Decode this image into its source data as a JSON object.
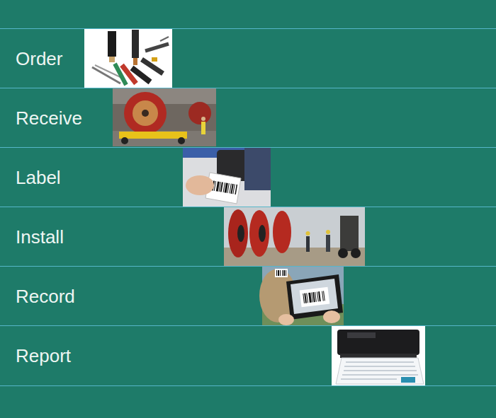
{
  "diagram": {
    "nodes": [
      {
        "text": [
          "Order"
        ]
      },
      {
        "text": [
          "Receive"
        ]
      },
      {
        "text": [
          "Label"
        ]
      },
      {
        "text": [
          "Install"
        ]
      },
      {
        "text": [
          "Record"
        ]
      },
      {
        "text": [
          "Report"
        ]
      }
    ]
  }
}
